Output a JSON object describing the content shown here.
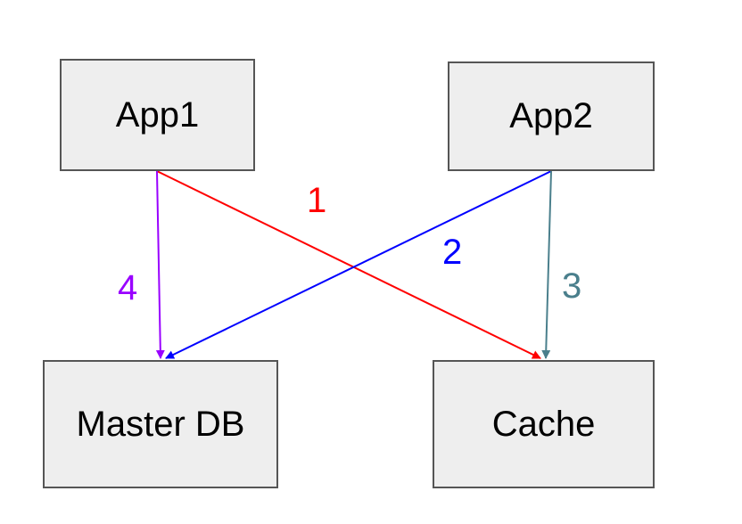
{
  "nodes": {
    "app1": "App1",
    "app2": "App2",
    "master_db": "Master DB",
    "cache": "Cache"
  },
  "edges": [
    {
      "label": "1",
      "from": "App1",
      "to": "Cache",
      "color": "#ff0000"
    },
    {
      "label": "2",
      "from": "App2",
      "to": "Master DB",
      "color": "#0000ff"
    },
    {
      "label": "3",
      "from": "App2",
      "to": "Cache",
      "color": "#4a7f8c"
    },
    {
      "label": "4",
      "from": "App1",
      "to": "Master DB",
      "color": "#9900ff"
    }
  ],
  "colors": {
    "node_fill": "#eeeeee",
    "node_border": "#555555"
  }
}
